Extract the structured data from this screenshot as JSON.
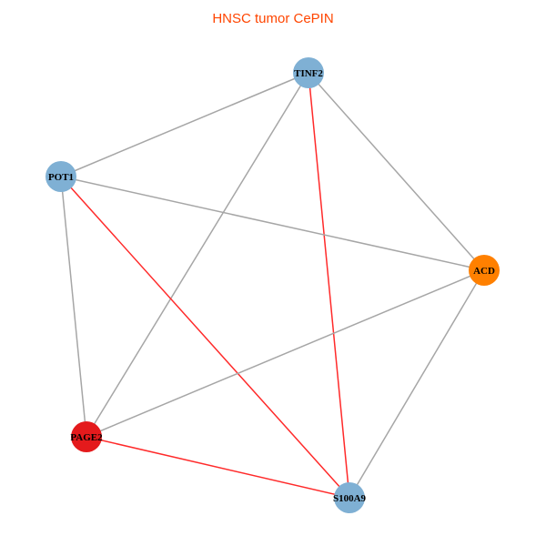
{
  "title": "HNSC tumor CePIN",
  "colors": {
    "gray_edge": "#a6a6a6",
    "red_edge": "#ff2a2a"
  },
  "nodes": [
    {
      "id": "TINF2",
      "label": "TINF2",
      "color": "#7fb0d4"
    },
    {
      "id": "POT1",
      "label": "POT1",
      "color": "#7fb0d4"
    },
    {
      "id": "ACD",
      "label": "ACD",
      "color": "#ff8000"
    },
    {
      "id": "PAGE2",
      "label": "PAGE2",
      "color": "#e41a1c"
    },
    {
      "id": "S100A9",
      "label": "S100A9",
      "color": "#7fb0d4"
    }
  ],
  "edges": [
    {
      "source": "TINF2",
      "target": "POT1",
      "type": "gray"
    },
    {
      "source": "TINF2",
      "target": "ACD",
      "type": "gray"
    },
    {
      "source": "TINF2",
      "target": "PAGE2",
      "type": "gray"
    },
    {
      "source": "TINF2",
      "target": "S100A9",
      "type": "red"
    },
    {
      "source": "POT1",
      "target": "ACD",
      "type": "gray"
    },
    {
      "source": "POT1",
      "target": "PAGE2",
      "type": "gray"
    },
    {
      "source": "POT1",
      "target": "S100A9",
      "type": "red"
    },
    {
      "source": "ACD",
      "target": "PAGE2",
      "type": "gray"
    },
    {
      "source": "ACD",
      "target": "S100A9",
      "type": "gray"
    },
    {
      "source": "PAGE2",
      "target": "S100A9",
      "type": "red"
    }
  ]
}
